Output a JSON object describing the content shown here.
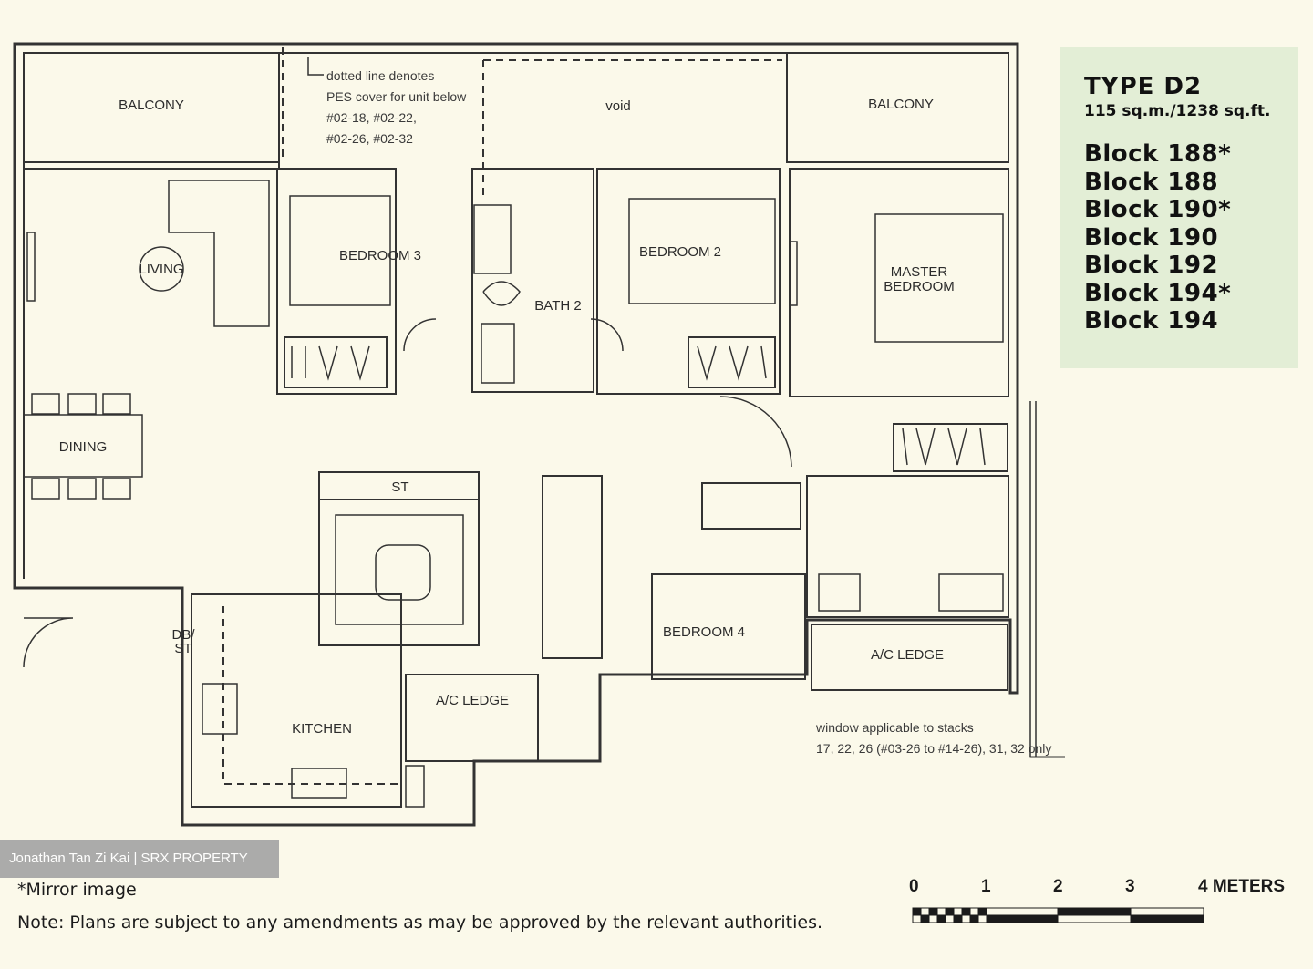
{
  "unit": {
    "type_name": "TYPE D2",
    "area": "115 sq.m./1238 sq.ft.",
    "blocks": [
      "Block 188*",
      "Block 188",
      "Block 190*",
      "Block 190",
      "Block 192",
      "Block 194*",
      "Block 194"
    ]
  },
  "rooms": {
    "balcony_left": "BALCONY",
    "balcony_right": "BALCONY",
    "void": "void",
    "living": "LIVING",
    "dining": "DINING",
    "bedroom3": "BEDROOM 3",
    "bedroom2": "BEDROOM 2",
    "bath2": "BATH 2",
    "master_bedroom_l1": "MASTER",
    "master_bedroom_l2": "BEDROOM",
    "st": "ST",
    "db_st_l1": "DB/",
    "db_st_l2": "ST",
    "kitchen": "KITCHEN",
    "ac_ledge_mid": "A/C LEDGE",
    "ac_ledge_right": "A/C LEDGE",
    "bedroom4": "BEDROOM 4"
  },
  "notes": {
    "pes_lines": [
      "dotted line denotes",
      "PES cover for unit below",
      "#02-18, #02-22,",
      "#02-26, #02-32"
    ],
    "window_lines": [
      "window applicable to stacks",
      "17, 22, 26 (#03-26 to #14-26), 31, 32 only"
    ]
  },
  "watermark": "Jonathan Tan Zi Kai | SRX PROPERTY",
  "footnotes": {
    "mirror": "*Mirror image",
    "plans": "Note: Plans are subject to any amendments as may be approved by the relevant authorities."
  },
  "scale": {
    "ticks": [
      "0",
      "1",
      "2",
      "3",
      "4 METERS"
    ]
  }
}
